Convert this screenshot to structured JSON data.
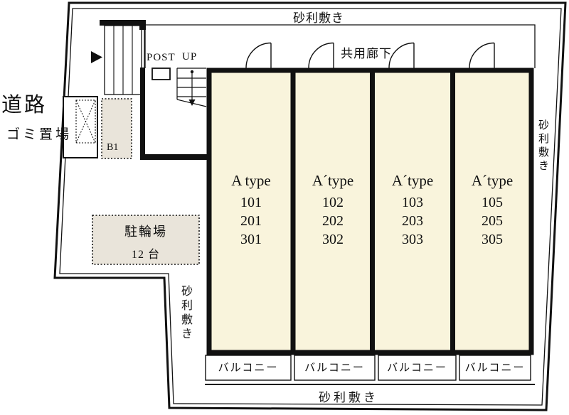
{
  "labels": {
    "road": "道路",
    "gravel_top": "砂利敷き",
    "gravel_right": "砂利敷き",
    "gravel_left": "砂利敷き",
    "gravel_bottom": "砂利敷き",
    "garbage_area": "ゴミ置場",
    "post": "POST",
    "up": "UP",
    "common_corridor": "共用廊下",
    "basement": "B1",
    "bicycle_parking": "駐輪場",
    "bicycle_capacity": "12 台"
  },
  "units": [
    {
      "type": "A type",
      "rooms": [
        "101",
        "201",
        "301"
      ]
    },
    {
      "type": "A´type",
      "rooms": [
        "102",
        "202",
        "302"
      ]
    },
    {
      "type": "A´type",
      "rooms": [
        "103",
        "203",
        "303"
      ]
    },
    {
      "type": "A´type",
      "rooms": [
        "105",
        "205",
        "305"
      ]
    }
  ],
  "balconies": [
    "バルコニー",
    "バルコニー",
    "バルコニー",
    "バルコニー"
  ],
  "colors": {
    "unit_fill": "#f9f4dc",
    "zone_fill": "#e9e4da",
    "line": "#111111",
    "background": "#ffffff"
  }
}
